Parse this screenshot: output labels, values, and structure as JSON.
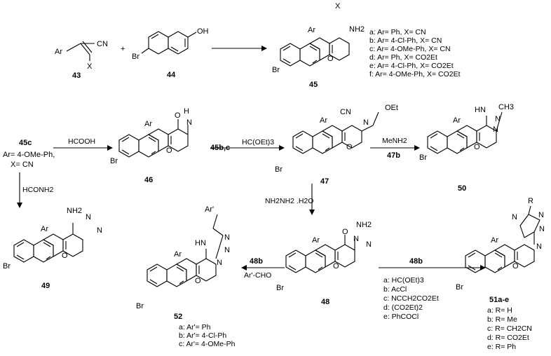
{
  "compounds": {
    "c43": {
      "number": "43",
      "ar": "Ar",
      "cn": "CN",
      "x": "X"
    },
    "c44": {
      "number": "44",
      "br": "Br",
      "oh": "OH"
    },
    "c45": {
      "number": "45",
      "ar": "Ar",
      "x": "X",
      "nh2": "NH2",
      "o": "O",
      "br": "Br"
    },
    "c46": {
      "number": "46",
      "o": "O",
      "nh": "H",
      "n": "N",
      "ar": "Ar",
      "oring": "O",
      "br": "Br"
    },
    "c47": {
      "number": "47",
      "cn": "CN",
      "oet": "OEt",
      "n": "N",
      "ar": "Ar",
      "o": "O",
      "br": "Br"
    },
    "c48": {
      "number": "48",
      "nh2": "NH2",
      "o": "O",
      "n": "N",
      "n2": "N",
      "ar": "Ar",
      "oring": "O",
      "br": "Br"
    },
    "c49": {
      "number": "49",
      "nh2": "NH2",
      "n": "N",
      "n2": "N",
      "ar": "Ar",
      "o": "O",
      "br": "Br"
    },
    "c50": {
      "number": "50",
      "ch3": "CH3",
      "hn": "HN",
      "n": "N",
      "n2": "N",
      "ar": "Ar",
      "o": "O",
      "br": "Br"
    },
    "c51": {
      "number": "51a-e",
      "r": "R",
      "n": "N",
      "n2": "N",
      "n3": "N",
      "n4": "N",
      "ar": "Ar",
      "o": "O",
      "br": "Br"
    },
    "c52": {
      "number": "52",
      "arp": "Ar'",
      "hn": "HN",
      "n": "N",
      "n2": "N",
      "n3": "N",
      "ar": "Ar",
      "o": "O",
      "br": "Br"
    }
  },
  "plus": "+",
  "start": {
    "label": "45c",
    "ar": "Ar= 4-OMe-Ph,",
    "x": "X= CN"
  },
  "reagents": {
    "r1": "HCOOH",
    "r2": "HC(OEt)3",
    "r2_sub": "45b,c",
    "r3": "MeNH2",
    "r3_sub": "47b",
    "r4": "HCONH2",
    "r5": "NH2NH2 .H2O",
    "r6": "48b",
    "r6_sub": "Ar'-CHO",
    "r7": "48b"
  },
  "substituents_45": [
    "a: Ar= Ph, X= CN",
    "b: Ar= 4-Cl-Ph, X= CN",
    "c: Ar= 4-OMe-Ph, X= CN",
    "d: Ar= Ph, X= CO2Et",
    "e: Ar= 4-Cl-Ph, X= CO2Et",
    "f: Ar= 4-OMe-Ph, X= CO2Et"
  ],
  "reagents_51": [
    "a:  HC(OEt)3",
    "b:  AcCl",
    "c:  NCCH2CO2Et",
    "d:  (CO2Et)2",
    "e:  PhCOCl"
  ],
  "substituents_51": [
    "a: R= H",
    "b: R= Me",
    "c: R= CH2CN",
    "d: R= CO2Et",
    "e: R= Ph"
  ],
  "substituents_52": [
    "a: Ar'= Ph",
    "b: Ar'= 4-Cl-Ph",
    "c: Ar'= 4-OMe-Ph"
  ]
}
